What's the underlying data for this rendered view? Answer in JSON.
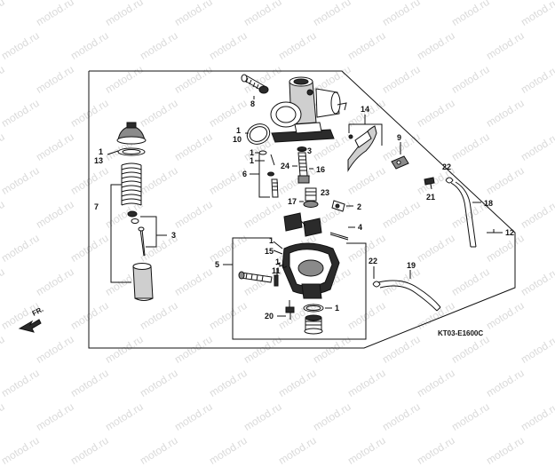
{
  "watermark": "motod.ru",
  "diagram_code": "KT03-E1600C",
  "direction_label": "FR.",
  "callouts": {
    "n1_body": "1",
    "n10": "10",
    "n1_spring": "1",
    "n13": "13",
    "n7": "7",
    "n3_needle": "3",
    "n8": "8",
    "n14": "14",
    "n9": "9",
    "n1_a": "1",
    "n1_b": "1",
    "n6": "6",
    "n24": "24",
    "n16": "16",
    "n3_jet": "3",
    "n23": "23",
    "n17": "17",
    "n2": "2",
    "n4": "4",
    "n22_top": "22",
    "n21": "21",
    "n18": "18",
    "n12": "12",
    "n1_bowl": "1",
    "n15": "15",
    "n5": "5",
    "n1_screw": "1",
    "n11": "11",
    "n22_bottom": "22",
    "n19": "19",
    "n1_drain": "1",
    "n20": "20"
  }
}
